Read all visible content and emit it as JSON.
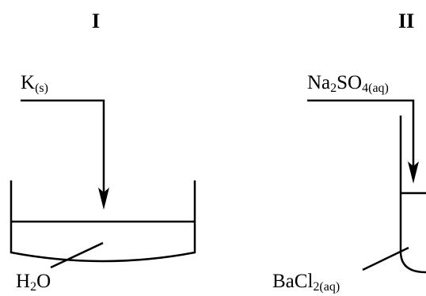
{
  "panels": [
    {
      "heading": "I",
      "reagent": {
        "symbol": "K",
        "state": "(s)"
      },
      "solvent": {
        "el1": "H",
        "n1": "2",
        "el2": "O"
      }
    },
    {
      "heading": "II",
      "reagent": {
        "p1": "Na",
        "n1": "2",
        "p2": "SO",
        "n2": "4(aq)"
      },
      "solution": {
        "p1": "BaCl",
        "n1": "2(aq)"
      }
    }
  ],
  "colors": {
    "ink": "#000000",
    "background": "#ffffff"
  }
}
